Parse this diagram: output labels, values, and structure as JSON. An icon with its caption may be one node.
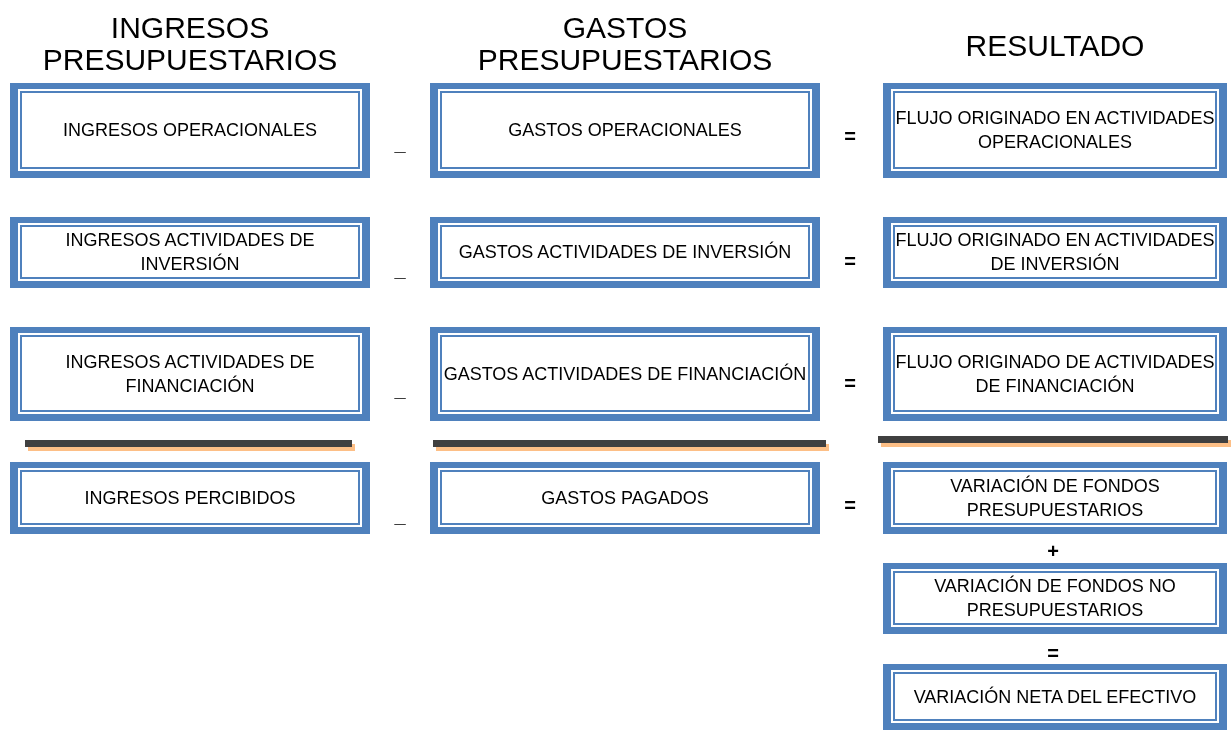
{
  "diagram": {
    "nodes": [
      {
        "text": [
          "INGRESOS OPERACIONALES"
        ]
      },
      {
        "text": [
          "GASTOS OPERACIONALES"
        ]
      },
      {
        "text": [
          "FLUJO ORIGINADO EN ACTIVIDADES OPERACIONALES"
        ]
      },
      {
        "text": [
          "INGRESOS ACTIVIDADES DE INVERSIÓN"
        ]
      },
      {
        "text": [
          "GASTOS ACTIVIDADES DE INVERSIÓN"
        ]
      },
      {
        "text": [
          "FLUJO ORIGINADO EN ACTIVIDADES DE INVERSIÓN"
        ]
      },
      {
        "text": [
          "INGRESOS ACTIVIDADES DE FINANCIACIÓN"
        ]
      },
      {
        "text": [
          "GASTOS ACTIVIDADES DE FINANCIACIÓN"
        ]
      },
      {
        "text": [
          "FLUJO ORIGINADO DE ACTIVIDADES DE FINANCIACIÓN"
        ]
      },
      {
        "text": [
          "INGRESOS PERCIBIDOS"
        ]
      },
      {
        "text": [
          "GASTOS PAGADOS"
        ]
      },
      {
        "text": [
          "VARIACIÓN DE FONDOS PRESUPUESTARIOS"
        ]
      },
      {
        "text": [
          "VARIACIÓN DE FONDOS NO PRESUPUESTARIOS"
        ]
      },
      {
        "text": [
          "VARIACIÓN NETA DEL EFECTIVO"
        ]
      }
    ],
    "labels": [
      "INGRESOS PRESUPUESTARIOS",
      "GASTOS PRESUPUESTARIOS",
      "RESULTADO",
      "_",
      "=",
      "_",
      "=",
      "_",
      "=",
      "_",
      "=",
      "+",
      "="
    ]
  }
}
